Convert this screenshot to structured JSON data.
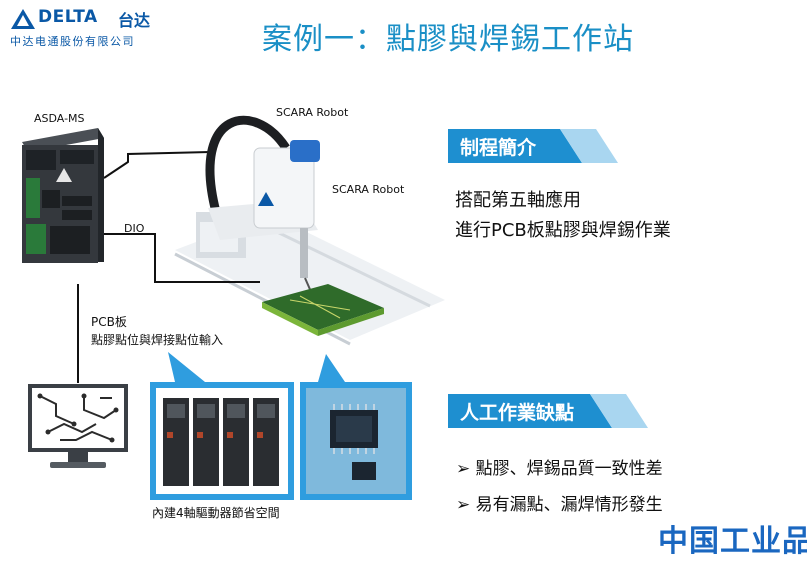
{
  "logo": {
    "brand": "DELTA",
    "brand_cn": "台达",
    "company": "中达电通股份有限公司"
  },
  "title": "案例一：點膠與焊錫工作站",
  "labels": {
    "asda": "ASDA-MS",
    "scara1": "SCARA Robot",
    "scara2": "SCARA Robot",
    "dio": "DIO",
    "pcb_line1": "PCB板",
    "pcb_line2": "點膠點位與焊接點位輸入",
    "drives_caption": "內建4軸驅動器節省空間"
  },
  "section1": {
    "heading": "制程簡介",
    "lines": [
      "搭配第五軸應用",
      "進行PCB板點膠與焊錫作業"
    ]
  },
  "section2": {
    "heading": "人工作業缺點",
    "bullets": [
      "點膠、焊錫品質一致性差",
      "易有漏點、漏焊情形發生"
    ],
    "bullet_glyph": "➢"
  },
  "watermark": "中国工业品网",
  "colors": {
    "accent": "#1a8fc6",
    "brand": "#0a58a6"
  }
}
